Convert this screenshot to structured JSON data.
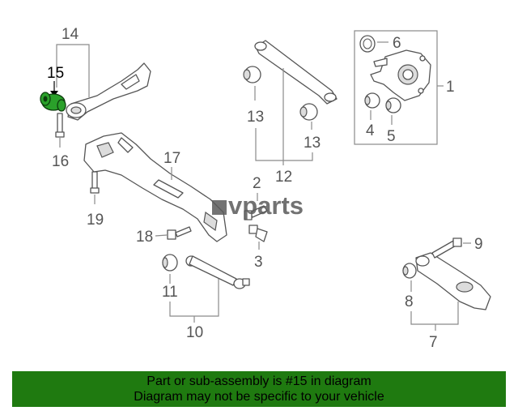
{
  "watermark": "vparts",
  "callouts": {
    "c1": "1",
    "c2": "2",
    "c3": "3",
    "c4": "4",
    "c5": "5",
    "c6": "6",
    "c7": "7",
    "c8": "8",
    "c9": "9",
    "c10": "10",
    "c11": "11",
    "c12": "12",
    "c13a": "13",
    "c13b": "13",
    "c14": "14",
    "c15": "15",
    "c16": "16",
    "c17": "17",
    "c18": "18",
    "c19": "19"
  },
  "highlight_color": "#2aa02a",
  "banner": {
    "line1": "Part or sub-assembly is #15 in diagram",
    "line2": "Diagram may not be specific to your vehicle",
    "color": "#1f7a10"
  }
}
